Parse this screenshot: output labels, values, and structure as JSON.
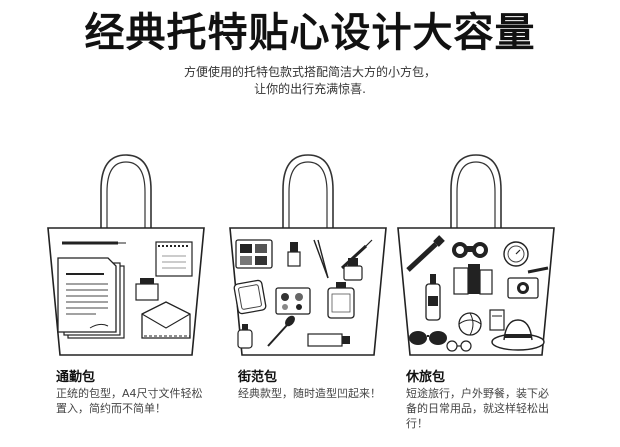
{
  "header": {
    "title": "经典托特贴心设计大容量",
    "subtitle_line1": "方便使用的托特包款式搭配简洁大方的小方包，",
    "subtitle_line2": "让你的出行充满惊喜."
  },
  "bags": [
    {
      "name": "通勤包",
      "desc": "正统的包型，A4尺寸文件轻松置入，简约而不简单！"
    },
    {
      "name": "街范包",
      "desc": "经典款型，随时造型凹起来！"
    },
    {
      "name": "休旅包",
      "desc": "短途旅行，户外野餐，装下必备的日常用品，就这样轻松出行！"
    }
  ]
}
